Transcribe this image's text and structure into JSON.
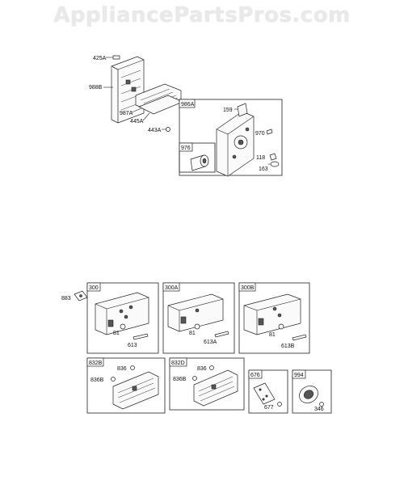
{
  "watermark": "AppliancePartsPros.com",
  "air_cleaner": {
    "loose_labels": [
      "425A",
      "988B",
      "987A",
      "445A",
      "443A"
    ],
    "box_986a": {
      "tag": "986A",
      "labels": [
        "159",
        "970",
        "118",
        "163"
      ]
    },
    "box_976": {
      "tag": "976"
    }
  },
  "lower": {
    "loose_label": "883",
    "box_300": {
      "tag": "300",
      "labels": [
        "81",
        "613"
      ]
    },
    "box_300a": {
      "tag": "300A",
      "labels": [
        "81",
        "613A"
      ]
    },
    "box_300b": {
      "tag": "300B",
      "labels": [
        "81",
        "613B"
      ]
    },
    "box_832b": {
      "tag": "832B",
      "labels": [
        "836",
        "836B"
      ]
    },
    "box_832d": {
      "tag": "832D",
      "labels": [
        "836",
        "836B"
      ]
    },
    "box_676": {
      "tag": "676",
      "labels": [
        "677"
      ]
    },
    "box_994": {
      "tag": "994",
      "labels": [
        "346"
      ]
    }
  }
}
